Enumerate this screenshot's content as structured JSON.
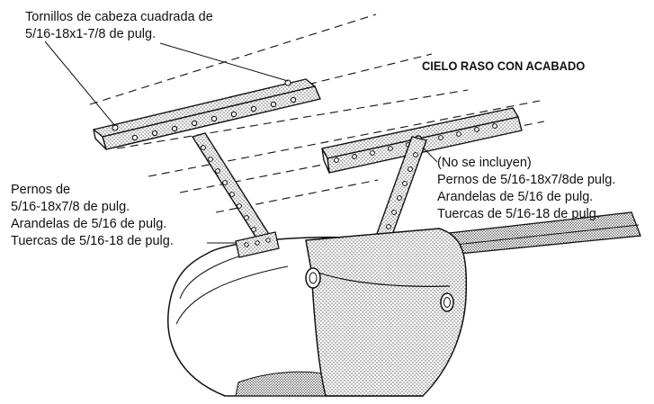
{
  "labels": {
    "screws": [
      "Tornillos de cabeza cuadrada de",
      "5/16-18x1-7/8 de pulg."
    ],
    "ceiling": "CIELO RASO CON ACABADO",
    "left_hardware": [
      "Pernos de",
      "5/16-18x7/8 de pulg.",
      "Arandelas de 5/16 de pulg.",
      "Tuercas de 5/16-18 de pulg."
    ],
    "right_hardware": [
      "(No se incluyen)",
      "Pernos de 5/16-18x7/8de pulg.",
      "Arandelas de 5/16 de pulg.",
      "Tuercas de 5/16-18 de pulg."
    ]
  }
}
